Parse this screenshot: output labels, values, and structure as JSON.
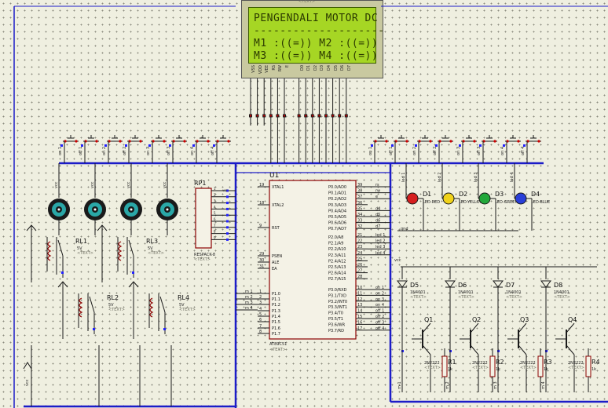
{
  "lcd": {
    "lines": [
      "PENGENDALI MOTOR DC",
      "--------------------",
      "M1 :((=)) M2 :((=))",
      "M3 :((=)) M4 :((=))"
    ],
    "pins": [
      "VSS",
      "VDD",
      "VEE",
      "RS",
      "RW",
      "E",
      "D0",
      "D1",
      "D2",
      "D3",
      "D4",
      "D5",
      "D6",
      "D7"
    ],
    "text_tag": "<TEXT>"
  },
  "mcu": {
    "ref": "U1",
    "part": "AT89C51",
    "left_pins": [
      {
        "num": "19",
        "name": "XTAL1"
      },
      {
        "num": "18",
        "name": "XTAL2"
      },
      {
        "num": "9",
        "name": "RST"
      },
      {
        "num": "29",
        "name": "PSEN"
      },
      {
        "num": "30",
        "name": "ALE"
      },
      {
        "num": "31",
        "name": "EA"
      },
      {
        "num": "1",
        "name": "P1.0"
      },
      {
        "num": "2",
        "name": "P1.1"
      },
      {
        "num": "3",
        "name": "P1.2"
      },
      {
        "num": "4",
        "name": "P1.3"
      },
      {
        "num": "5",
        "name": "P1.4"
      },
      {
        "num": "6",
        "name": "P1.5"
      },
      {
        "num": "7",
        "name": "P1.6"
      },
      {
        "num": "8",
        "name": "P1.7"
      }
    ],
    "right_pins": [
      {
        "num": "39",
        "name": "P0.0/AD0"
      },
      {
        "num": "38",
        "name": "P0.1/AD1"
      },
      {
        "num": "37",
        "name": "P0.2/AD2"
      },
      {
        "num": "36",
        "name": "P0.3/AD3"
      },
      {
        "num": "35",
        "name": "P0.4/AD4"
      },
      {
        "num": "34",
        "name": "P0.5/AD5"
      },
      {
        "num": "33",
        "name": "P0.6/AD6"
      },
      {
        "num": "32",
        "name": "P0.7/AD7"
      },
      {
        "num": "21",
        "name": "P2.0/A8"
      },
      {
        "num": "22",
        "name": "P2.1/A9"
      },
      {
        "num": "23",
        "name": "P2.2/A10"
      },
      {
        "num": "24",
        "name": "P2.3/A11"
      },
      {
        "num": "25",
        "name": "P2.4/A12"
      },
      {
        "num": "26",
        "name": "P2.5/A13"
      },
      {
        "num": "27",
        "name": "P2.6/A14"
      },
      {
        "num": "28",
        "name": "P2.7/A15"
      },
      {
        "num": "10",
        "name": "P3.0/RXD"
      },
      {
        "num": "11",
        "name": "P3.1/TXD"
      },
      {
        "num": "12",
        "name": "P3.2/INT0"
      },
      {
        "num": "13",
        "name": "P3.3/INT1"
      },
      {
        "num": "14",
        "name": "P3.4/T0"
      },
      {
        "num": "15",
        "name": "P3.5/T1"
      },
      {
        "num": "16",
        "name": "P3.6/WR"
      },
      {
        "num": "17",
        "name": "P3.7/RD"
      }
    ],
    "left_nets": [
      "m 1",
      "m 2",
      "m 3",
      "m 4"
    ],
    "right_nets_p0": [
      "rs",
      "rw",
      "e",
      "d4",
      "d5",
      "d6",
      "d7"
    ],
    "right_nets_p2": [
      "led 1",
      "led 2",
      "led 3",
      "led 4"
    ],
    "right_nets_p3": [
      "on 1",
      "on 2",
      "on 3",
      "on 4",
      "off 1",
      "off 2",
      "off 3",
      "off 4"
    ]
  },
  "rpack": {
    "ref": "RP1",
    "part": "RESPACK-8",
    "pins": [
      "1",
      "2",
      "3",
      "4",
      "5",
      "6",
      "7",
      "8",
      "9"
    ],
    "vcc": "vcc"
  },
  "motors": {
    "count": 4,
    "vcc": "vcc"
  },
  "relays": [
    {
      "ref": "RL1",
      "rating": "5V",
      "tag": "<TEXT>"
    },
    {
      "ref": "RL2",
      "rating": "5V",
      "tag": "<TEXT>"
    },
    {
      "ref": "RL3",
      "rating": "5V",
      "tag": "<TEXT>"
    },
    {
      "ref": "RL4",
      "rating": "5V",
      "tag": "<TEXT>"
    }
  ],
  "leds": [
    {
      "ref": "D1",
      "part": "LED-RED",
      "color": "#d61f1f"
    },
    {
      "ref": "D2",
      "part": "LED-YELLOW",
      "color": "#f0d21a"
    },
    {
      "ref": "D3",
      "part": "LED-GREEN",
      "color": "#22a83a"
    },
    {
      "ref": "D4",
      "part": "LED-BLUE",
      "color": "#2a3fd8"
    }
  ],
  "led_nets": [
    "led 1",
    "led 2",
    "led 3",
    "led 4"
  ],
  "diodes": [
    {
      "ref": "D5",
      "part": "1N4001"
    },
    {
      "ref": "D6",
      "part": "1N4001"
    },
    {
      "ref": "D7",
      "part": "1N4001"
    },
    {
      "ref": "D8",
      "part": "1N4001"
    }
  ],
  "transistors": [
    {
      "ref": "Q1",
      "part": "2N2222"
    },
    {
      "ref": "Q2",
      "part": "2N2222"
    },
    {
      "ref": "Q3",
      "part": "2N2222"
    },
    {
      "ref": "Q4",
      "part": "2N2222"
    }
  ],
  "resistors": [
    {
      "ref": "R1",
      "value": "1k"
    },
    {
      "ref": "R2",
      "value": "1k"
    },
    {
      "ref": "R3",
      "value": "1k"
    },
    {
      "ref": "R4",
      "value": "1k"
    }
  ],
  "buttons_left_nets": [
    "on 1",
    "off 1",
    "on 2",
    "off 2",
    "on 3",
    "off 3",
    "on 4",
    "off 4"
  ],
  "buttons_right_nets": [
    "on 1",
    "off 1",
    "on 2",
    "off 2",
    "on 3",
    "off 3",
    "on 4",
    "off 4"
  ],
  "rail_labels": {
    "vcc": "vcc",
    "gnd": "gnd"
  },
  "colors": {
    "bus": "#1c1cc8",
    "wire": "#1a1a1a",
    "part": "#8b0000",
    "body": "#f4f2e6",
    "lcd": "#a6d624",
    "text_tag": "#6d6d60"
  }
}
